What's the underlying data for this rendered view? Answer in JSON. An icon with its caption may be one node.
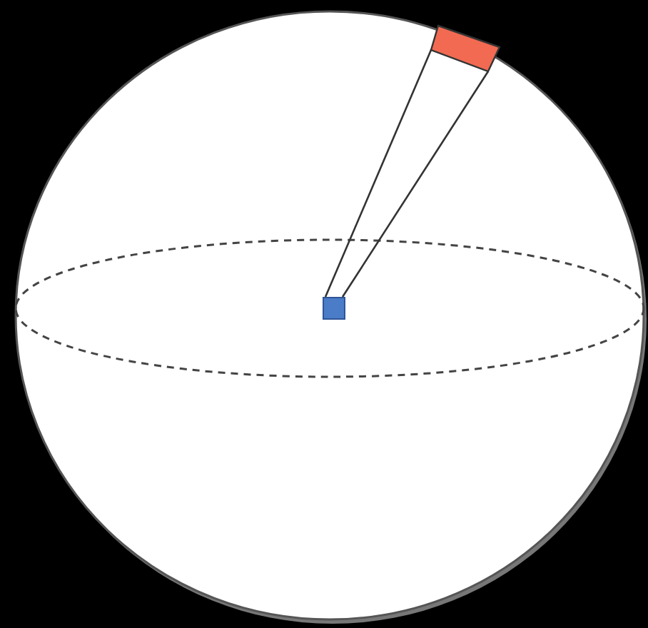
{
  "diagram": {
    "nodes": [
      {
        "text": [],
        "shape": "circle"
      },
      {
        "text": [],
        "shape": "box",
        "in": 0
      },
      {
        "text": [],
        "shape": "box",
        "in": 0
      }
    ],
    "edges": [
      {
        "from": 1,
        "to": 2,
        "arrow": "none"
      },
      {
        "from": 1,
        "to": 2,
        "arrow": "none"
      }
    ]
  }
}
